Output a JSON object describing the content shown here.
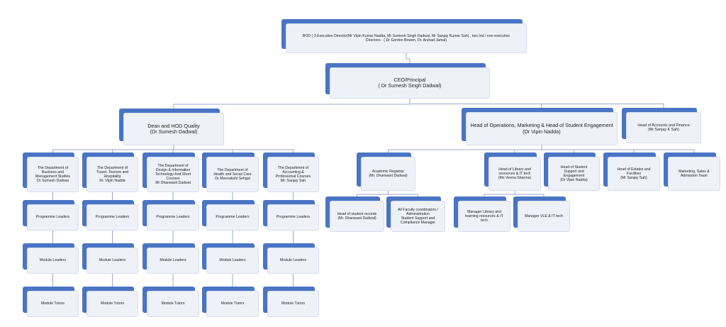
{
  "nodes": [
    {
      "id": "bod",
      "lines": [
        "BOD ( 3 Executive Director(Mr Vipin Kumar        Nadda, Mr Sumesh Singh Dadwal, Mr Sanjay Kumar Sah) , two Ind / non-executive",
        "Directors  - ( Dr Gordon Bowen, Dr. Arshad Jamal)"
      ]
    },
    {
      "id": "ceo",
      "lines": [
        "CEO/Principal",
        "( Dr Sumesh Singh Dadwal)"
      ]
    },
    {
      "id": "dean",
      "lines": [
        "Dean and HOD Quality",
        "(Dr Sumesh Dadwal)"
      ]
    },
    {
      "id": "head-ops",
      "lines": [
        "Head of Operations, Marketing & Head of Student Engagement",
        "(Dr Vipin Nadda)"
      ]
    },
    {
      "id": "head-accounts",
      "lines": [
        "Head of Accounts and  Finance",
        "(Mr Sanjay K Sah)"
      ]
    },
    {
      "id": "dept-business",
      "lines": [
        "The Department of",
        "Business and",
        "Management Studies",
        "Dr Sumesh Dadwal"
      ]
    },
    {
      "id": "dept-travel",
      "lines": [
        "The Department of",
        "Travel, Tourism and",
        "Hospitality",
        "Dr. Vipin    Nadda"
      ]
    },
    {
      "id": "dept-design",
      "lines": [
        "The Department of",
        "Design & Information",
        "Technology And Short",
        "Courses",
        "Mr Dhanwant  Dadwal"
      ]
    },
    {
      "id": "dept-health",
      "lines": [
        "The Department of",
        "Health and Social Care",
        "Dr Meenakshi Sehgal"
      ]
    },
    {
      "id": "dept-accounting",
      "lines": [
        "The Department of",
        "Accounting &",
        "Professional Courses",
        "Mr. Sanjay Sah"
      ]
    },
    {
      "id": "academic-registrar",
      "lines": [
        "Academic Registrar",
        "(Mr. Dhanwant  Dadwal)"
      ]
    },
    {
      "id": "head-library",
      "lines": [
        "Head of Library and",
        "resources & IT tech",
        "(Ms Veena Sharma)"
      ]
    },
    {
      "id": "head-student-support",
      "lines": [
        "Head of Student",
        "Support and",
        "Engagement",
        "(Dr Vipin    Nadda)"
      ]
    },
    {
      "id": "head-estates",
      "lines": [
        "Head of Estates and",
        "Facilities",
        "(Mr Sanjay Sah)"
      ]
    },
    {
      "id": "marketing-team",
      "lines": [
        "Marketing, Sales &",
        "Admission Team"
      ]
    },
    {
      "id": "head-student-records",
      "lines": [
        "Head of student records",
        "(Mr. Dhanwant  Dadwal)"
      ]
    },
    {
      "id": "faculty-coordinators",
      "lines": [
        "All Faculty coordinators /",
        "Administration",
        "Student Support and",
        "Compliance Manager"
      ]
    },
    {
      "id": "manager-library",
      "lines": [
        "Manager Library and",
        "learning resources & IT",
        "tech"
      ]
    },
    {
      "id": "manager-vle",
      "lines": [
        "Manager VLE & IT tech"
      ]
    },
    {
      "id": "pl-business",
      "lines": [
        "Programme Leaders"
      ]
    },
    {
      "id": "pl-travel",
      "lines": [
        "Programme Leaders"
      ]
    },
    {
      "id": "pl-design",
      "lines": [
        "Programme Leaders"
      ]
    },
    {
      "id": "pl-health",
      "lines": [
        "Programme Leaders"
      ]
    },
    {
      "id": "pl-accounting",
      "lines": [
        "Programme Leaders"
      ]
    },
    {
      "id": "ml-business",
      "lines": [
        "Module Leaders"
      ]
    },
    {
      "id": "ml-travel",
      "lines": [
        "Module Leaders"
      ]
    },
    {
      "id": "ml-design",
      "lines": [
        "Module Leaders"
      ]
    },
    {
      "id": "ml-health",
      "lines": [
        "Module Leaders"
      ]
    },
    {
      "id": "ml-accounting",
      "lines": [
        "Module Leaders"
      ]
    },
    {
      "id": "mt-business",
      "lines": [
        "Module Tutors"
      ]
    },
    {
      "id": "mt-travel",
      "lines": [
        "Module Tutors"
      ]
    },
    {
      "id": "mt-design",
      "lines": [
        "Module Tutors"
      ]
    },
    {
      "id": "mt-health",
      "lines": [
        "Module Tutors"
      ]
    },
    {
      "id": "mt-accounting",
      "lines": [
        "Module Tutors"
      ]
    }
  ],
  "edges": [
    [
      "bod",
      "ceo"
    ],
    [
      "ceo",
      "dean"
    ],
    [
      "ceo",
      "head-ops"
    ],
    [
      "ceo",
      "head-accounts"
    ],
    [
      "dean",
      "dept-business"
    ],
    [
      "dean",
      "dept-travel"
    ],
    [
      "dean",
      "dept-design"
    ],
    [
      "dean",
      "dept-health"
    ],
    [
      "dean",
      "dept-accounting"
    ],
    [
      "head-ops",
      "academic-registrar"
    ],
    [
      "head-ops",
      "head-library"
    ],
    [
      "head-ops",
      "head-student-support"
    ],
    [
      "head-ops",
      "head-estates"
    ],
    [
      "head-ops",
      "marketing-team"
    ],
    [
      "academic-registrar",
      "head-student-records"
    ],
    [
      "academic-registrar",
      "faculty-coordinators"
    ],
    [
      "head-library",
      "manager-library"
    ],
    [
      "head-library",
      "manager-vle"
    ],
    [
      "dept-business",
      "pl-business"
    ],
    [
      "pl-business",
      "ml-business"
    ],
    [
      "ml-business",
      "mt-business"
    ],
    [
      "dept-travel",
      "pl-travel"
    ],
    [
      "pl-travel",
      "ml-travel"
    ],
    [
      "ml-travel",
      "mt-travel"
    ],
    [
      "dept-design",
      "pl-design"
    ],
    [
      "pl-design",
      "ml-design"
    ],
    [
      "ml-design",
      "mt-design"
    ],
    [
      "dept-health",
      "pl-health"
    ],
    [
      "pl-health",
      "ml-health"
    ],
    [
      "ml-health",
      "mt-health"
    ],
    [
      "dept-accounting",
      "pl-accounting"
    ],
    [
      "pl-accounting",
      "ml-accounting"
    ],
    [
      "ml-accounting",
      "mt-accounting"
    ]
  ]
}
